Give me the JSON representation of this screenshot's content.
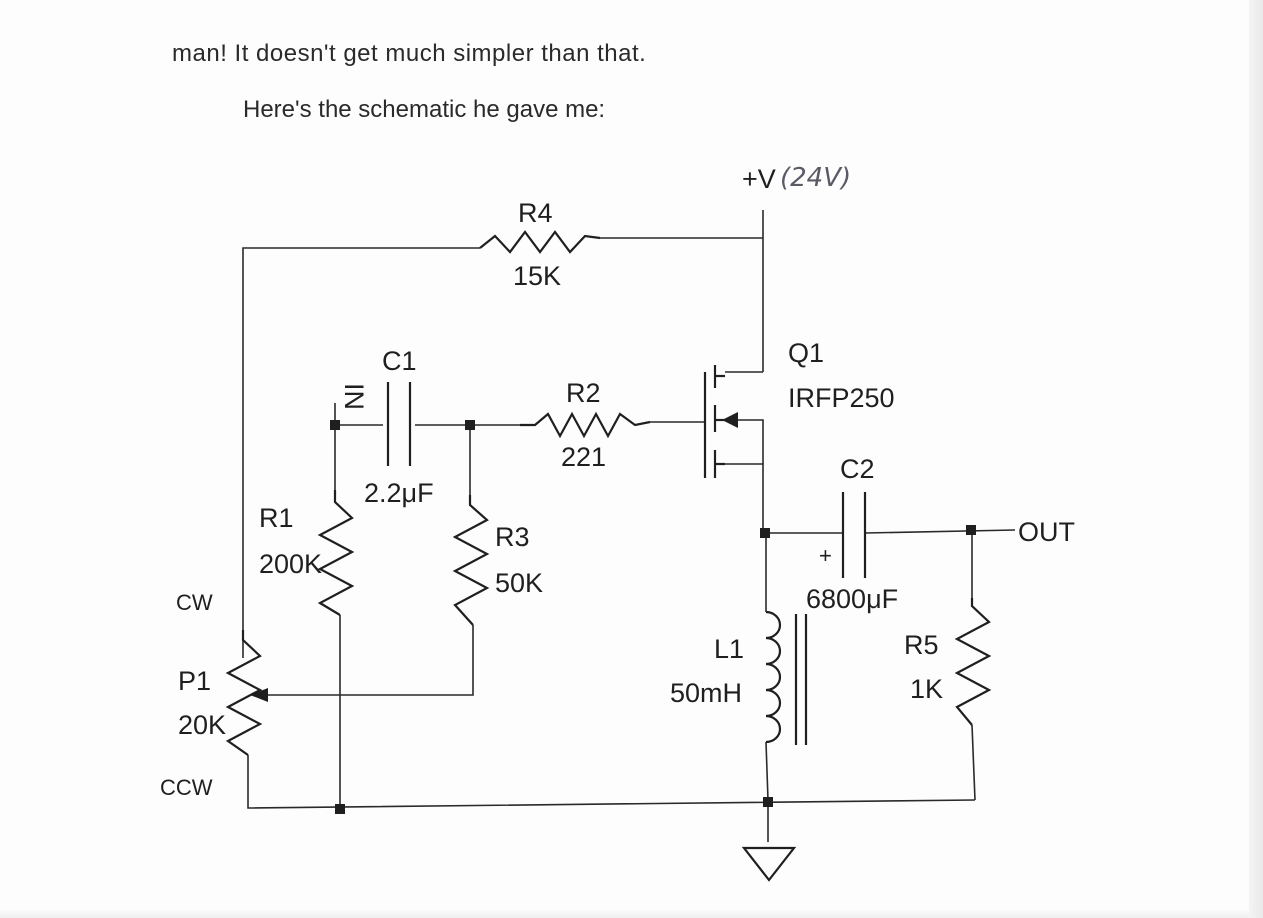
{
  "header_partial_line": "man! It doesn't get much simpler than that.",
  "intro": "Here's the schematic he gave me:",
  "supply": {
    "label": "+V",
    "annotation": "(24V)"
  },
  "components": {
    "r4": {
      "ref": "R4",
      "value": "15K"
    },
    "c1": {
      "ref": "C1",
      "value": "2.2μF"
    },
    "r2": {
      "ref": "R2",
      "value": "221"
    },
    "q1": {
      "ref": "Q1",
      "value": "IRFP250"
    },
    "c2": {
      "ref": "C2",
      "value": "6800μF",
      "polarity": "+"
    },
    "r1": {
      "ref": "R1",
      "value": "200K"
    },
    "r3": {
      "ref": "R3",
      "value": "50K"
    },
    "l1": {
      "ref": "L1",
      "value": "50mH"
    },
    "r5": {
      "ref": "R5",
      "value": "1K"
    },
    "p1": {
      "ref": "P1",
      "value": "20K"
    }
  },
  "ports": {
    "input": "IN",
    "output": "OUT"
  },
  "pot_ends": {
    "cw": "CW",
    "ccw": "CCW"
  }
}
